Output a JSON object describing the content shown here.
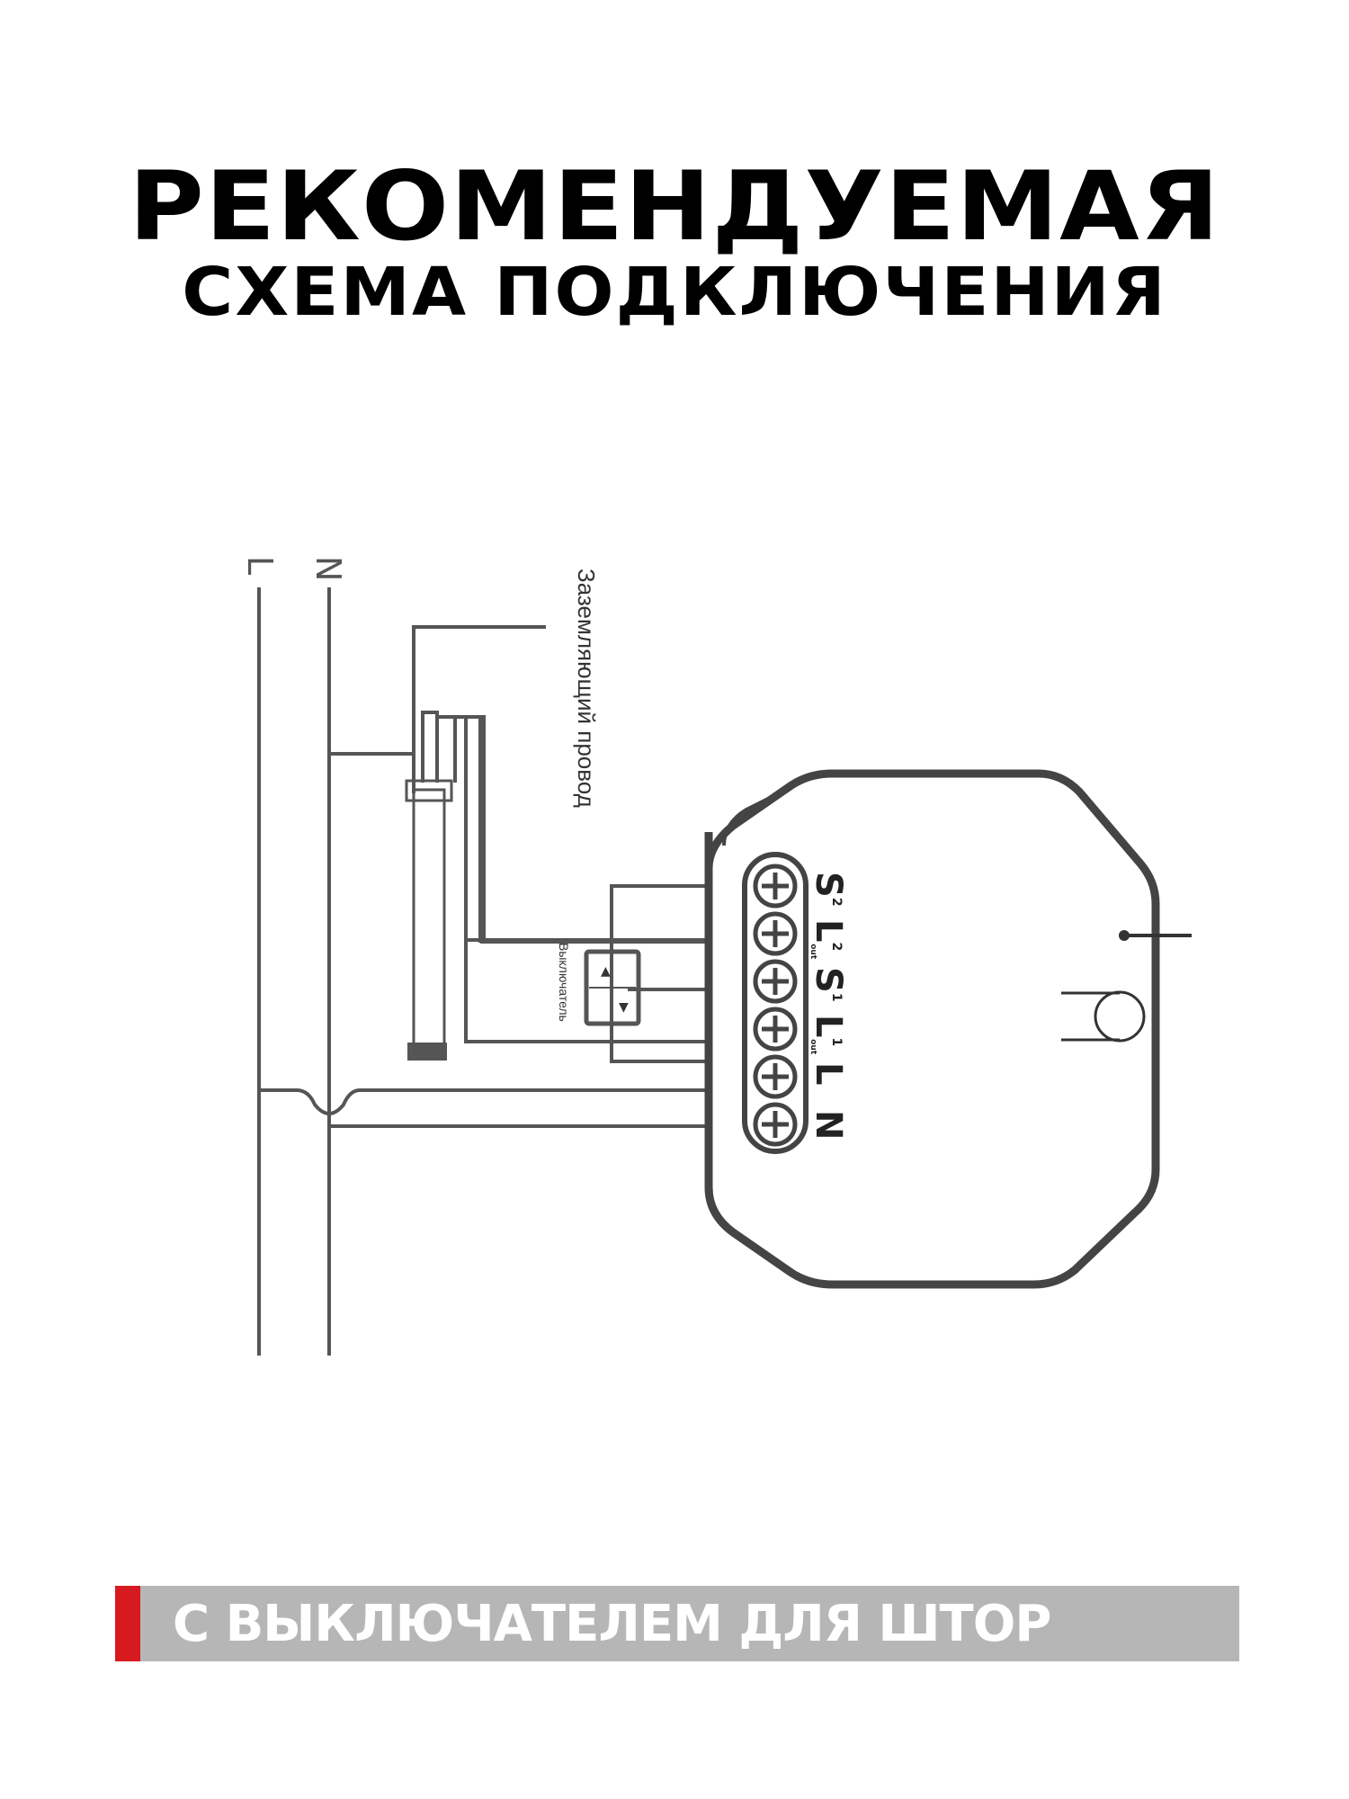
{
  "title": {
    "line1": "РЕКОМЕНДУЕМАЯ",
    "line2": "СХЕМА ПОДКЛЮЧЕНИЯ"
  },
  "diagram": {
    "bus_labels": {
      "line": "L",
      "neutral": "N"
    },
    "ground_wire_label": "Заземляющий провод",
    "switch_label": "Выключатель",
    "terminals": [
      {
        "main": "S",
        "sup": "2"
      },
      {
        "main": "L",
        "sup": "2",
        "sub": "out"
      },
      {
        "main": "S",
        "sup": "1"
      },
      {
        "main": "L",
        "sup": "1",
        "sub": "out"
      },
      {
        "main": "L"
      },
      {
        "main": "N"
      }
    ]
  },
  "banner": {
    "text": "С ВЫКЛЮЧАТЕЛЕМ ДЛЯ ШТОР",
    "accent_color": "#d71920",
    "background_color": "#b6b6b6"
  }
}
